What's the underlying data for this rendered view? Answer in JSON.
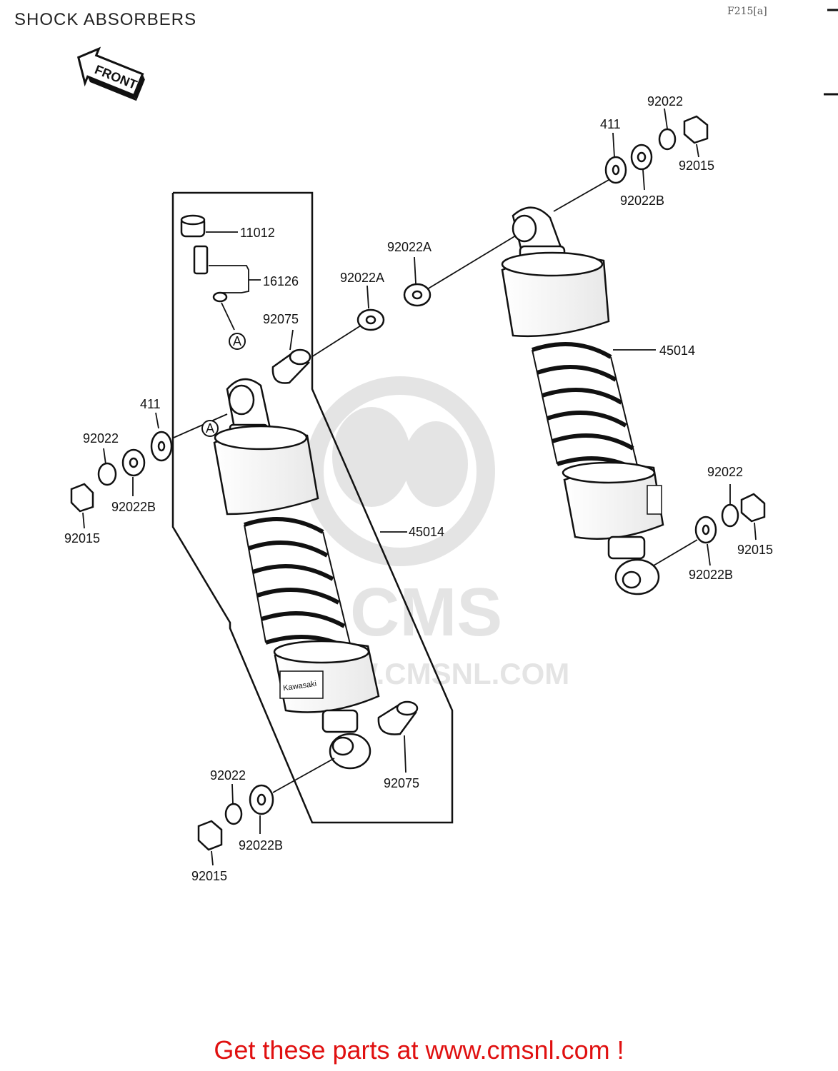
{
  "header": {
    "title": "SHOCK ABSORBERS",
    "figure_code": "F215[a]"
  },
  "front_arrow": {
    "label": "FRONT"
  },
  "watermark": {
    "brand": "CMS",
    "url": "WWW.CMSNL.COM"
  },
  "left_assembly": {
    "cap_bolt": "11012",
    "valve": "16126",
    "marker_top": "A",
    "marker_mid": "A",
    "bush_top": "92075",
    "washer_a": "92022A",
    "washer_411": "411",
    "spring_washer_top": "92022",
    "nut_top": "92015",
    "washer_b_top": "92022B",
    "shock_label": "45014",
    "bush_bottom": "92075",
    "spring_washer_bottom": "92022",
    "nut_bottom": "92015",
    "washer_b_bottom": "92022B",
    "brand_decal": "Kawasaki"
  },
  "right_assembly": {
    "spring_washer_top": "92022",
    "washer_411": "411",
    "nut_top": "92015",
    "washer_b_top": "92022B",
    "washer_a": "92022A",
    "shock_label": "45014",
    "spring_washer_bottom": "92022",
    "nut_bottom": "92015",
    "washer_b_bottom": "92022B"
  },
  "footer": {
    "text": "Get these parts at www.cmsnl.com !"
  }
}
